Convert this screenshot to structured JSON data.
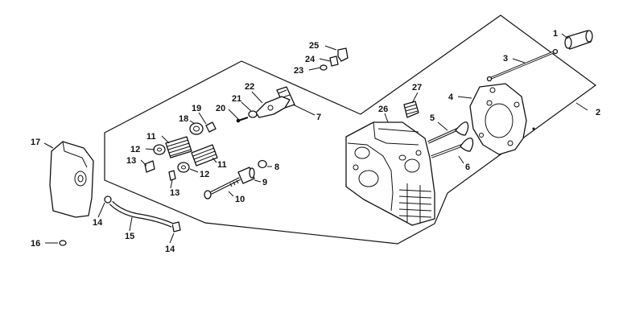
{
  "diagram": {
    "callouts": [
      {
        "id": "c1",
        "text": "1"
      },
      {
        "id": "c2",
        "text": "2"
      },
      {
        "id": "c3",
        "text": "3"
      },
      {
        "id": "c4",
        "text": "4"
      },
      {
        "id": "c5",
        "text": "5"
      },
      {
        "id": "c6",
        "text": "6"
      },
      {
        "id": "c7",
        "text": "7"
      },
      {
        "id": "c8",
        "text": "8"
      },
      {
        "id": "c9",
        "text": "9"
      },
      {
        "id": "c10",
        "text": "10"
      },
      {
        "id": "c11a",
        "text": "11"
      },
      {
        "id": "c11b",
        "text": "11"
      },
      {
        "id": "c12a",
        "text": "12"
      },
      {
        "id": "c12b",
        "text": "12"
      },
      {
        "id": "c13a",
        "text": "13"
      },
      {
        "id": "c13b",
        "text": "13"
      },
      {
        "id": "c14a",
        "text": "14"
      },
      {
        "id": "c14b",
        "text": "14"
      },
      {
        "id": "c15",
        "text": "15"
      },
      {
        "id": "c16",
        "text": "16"
      },
      {
        "id": "c17",
        "text": "17"
      },
      {
        "id": "c18",
        "text": "18"
      },
      {
        "id": "c19",
        "text": "19"
      },
      {
        "id": "c20",
        "text": "20"
      },
      {
        "id": "c21",
        "text": "21"
      },
      {
        "id": "c22",
        "text": "22"
      },
      {
        "id": "c23",
        "text": "23"
      },
      {
        "id": "c24",
        "text": "24"
      },
      {
        "id": "c25",
        "text": "25"
      },
      {
        "id": "c26",
        "text": "26"
      },
      {
        "id": "c27",
        "text": "27"
      }
    ]
  }
}
